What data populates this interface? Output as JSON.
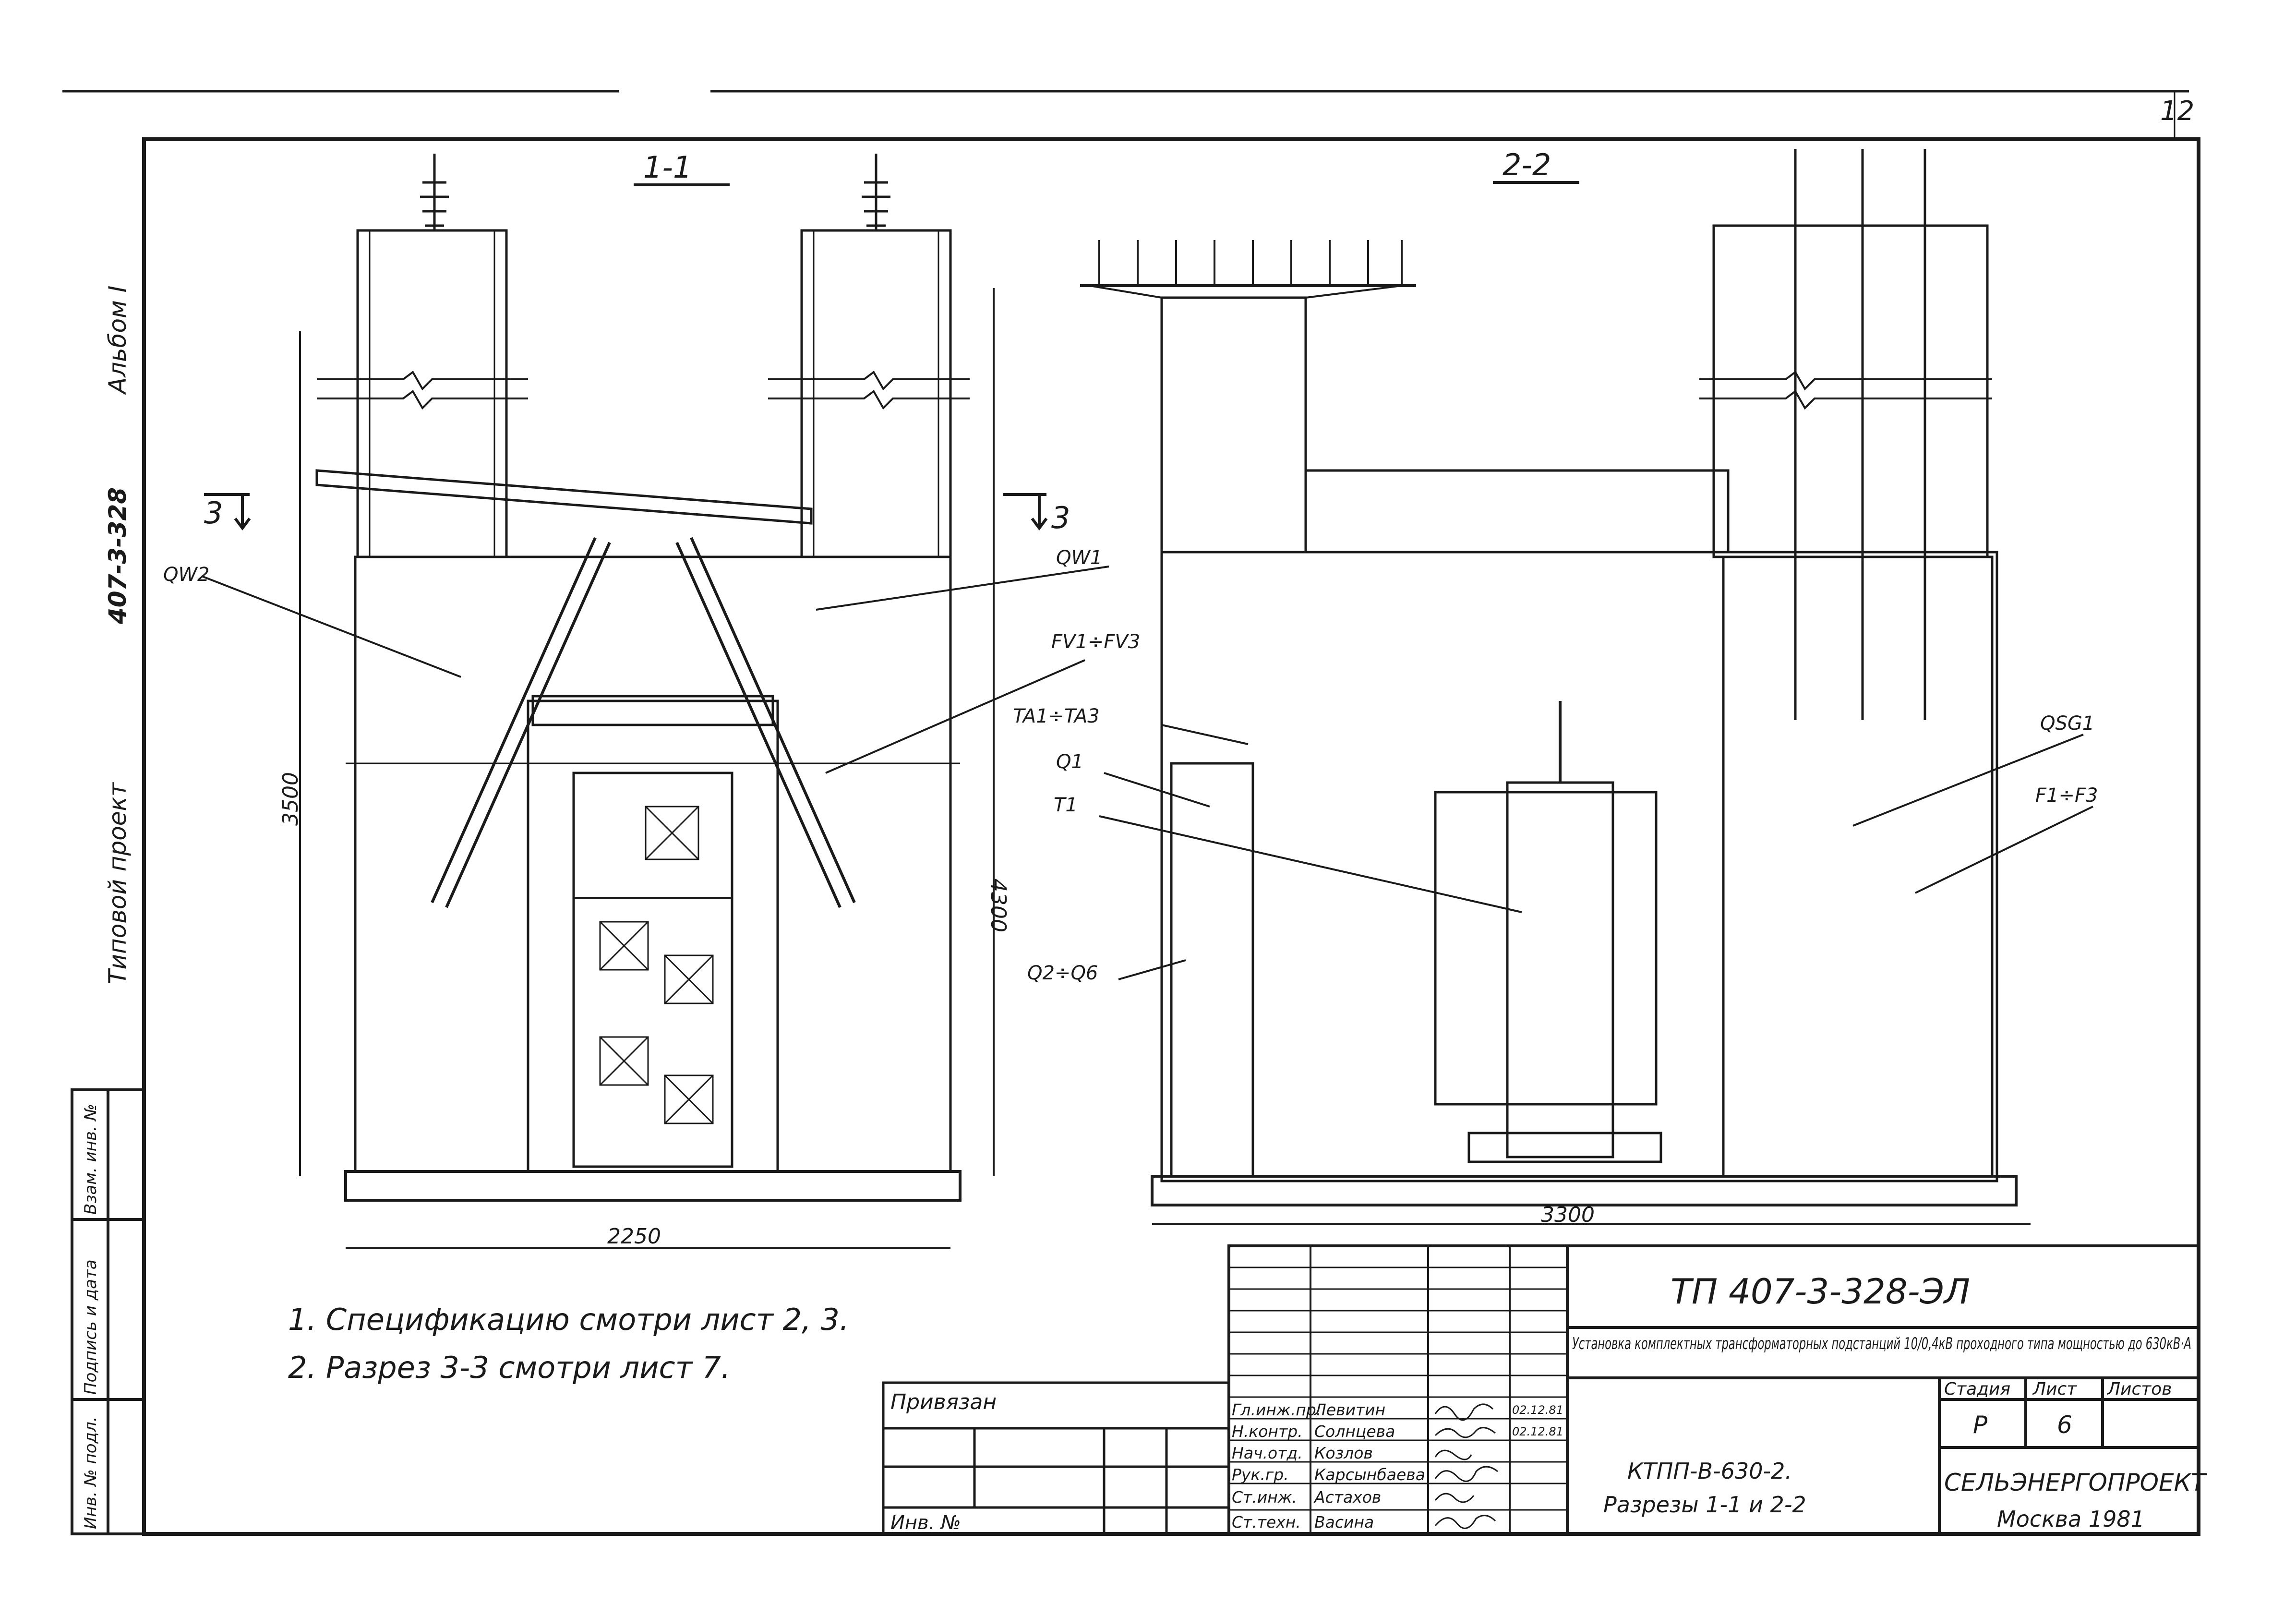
{
  "page_number": "12",
  "side_text": {
    "project": "Типовой проект",
    "number": "407-3-328",
    "album": "Альбом I"
  },
  "side_stamp": [
    "Инв. № подл.",
    "Подпись и дата",
    "Взам. инв. №"
  ],
  "section_1": {
    "title": "1-1",
    "cut_label": "3",
    "labels": [
      "QW2",
      "QW1",
      "FV1÷FV3"
    ],
    "dims": {
      "width": "2250",
      "height_inner": "3500",
      "height_total": "4300"
    }
  },
  "section_2": {
    "title": "2-2",
    "labels": [
      "TA1÷TA3",
      "Q1",
      "T1",
      "Q2÷Q6",
      "QSG1",
      "F1÷F3"
    ],
    "dims": {
      "width": "3300"
    }
  },
  "notes": [
    "1. Спецификацию смотри лист 2, 3.",
    "2. Разрез 3-3 смотри лист 7."
  ],
  "binding": {
    "label": "Привязан",
    "inv_label": "Инв. №"
  },
  "title_block": {
    "doc_code": "ТП 407-3-328-ЭЛ",
    "project_title": "Установка комплектных трансформаторных подстанций 10/0,4кВ проходного типа мощностью до 630кВ·А",
    "staff": [
      {
        "role": "Гл.инж.пр.",
        "name": "Левитин",
        "date": "02.12.81"
      },
      {
        "role": "Н.контр.",
        "name": "Солнцева",
        "date": "02.12.81"
      },
      {
        "role": "Нач.отд.",
        "name": "Козлов",
        "date": ""
      },
      {
        "role": "Рук.гр.",
        "name": "Карсынбаева",
        "date": ""
      },
      {
        "role": "Ст.инж.",
        "name": "Астахов",
        "date": ""
      },
      {
        "role": "Ст.техн.",
        "name": "Васина",
        "date": ""
      }
    ],
    "stage_header": "Стадия",
    "sheet_header": "Лист",
    "sheets_header": "Листов",
    "stage": "Р",
    "sheet": "6",
    "sheets": "",
    "drawing_title_1": "КТПП-В-630-2.",
    "drawing_title_2": "Разрезы 1-1 и 2-2",
    "org": "СЕЛЬЭНЕРГОПРОЕКТ",
    "city_year": "Москва 1981"
  }
}
